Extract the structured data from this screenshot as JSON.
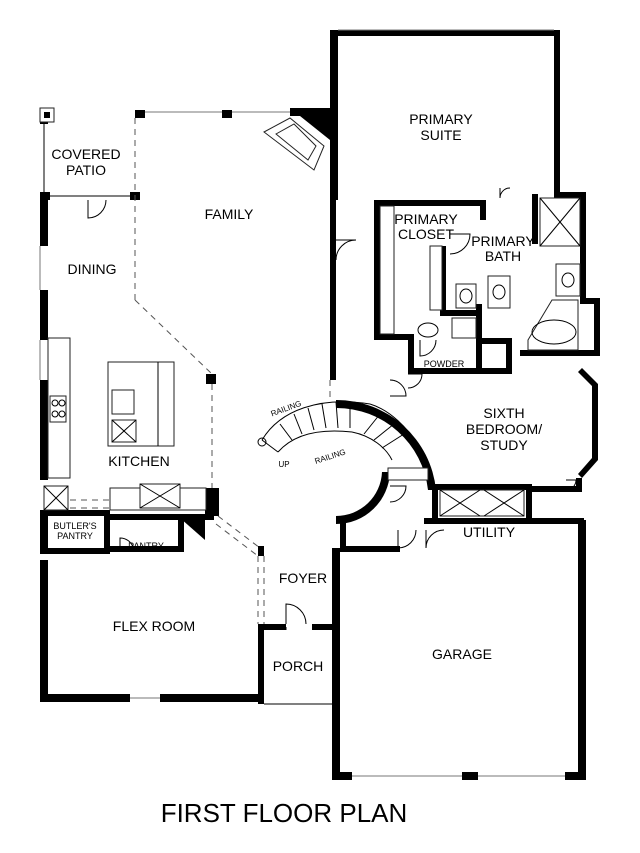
{
  "title": "FIRST FLOOR PLAN",
  "rooms": {
    "covered_patio": [
      "COVERED",
      "PATIO"
    ],
    "family": "FAMILY",
    "primary_suite": [
      "PRIMARY",
      "SUITE"
    ],
    "primary_closet": [
      "PRIMARY",
      "CLOSET"
    ],
    "primary_bath": [
      "PRIMARY",
      "BATH"
    ],
    "dining": "DINING",
    "kitchen": "KITCHEN",
    "powder": "POWDER",
    "sixth_bedroom": [
      "SIXTH",
      "BEDROOM/",
      "STUDY"
    ],
    "butlers_pantry": [
      "BUTLER'S",
      "PANTRY"
    ],
    "pantry": "PANTRY",
    "utility": "UTILITY",
    "foyer": "FOYER",
    "flex_room": "FLEX ROOM",
    "porch": "PORCH",
    "garage": "GARAGE"
  },
  "stairs": {
    "railing_upper": "RAILING",
    "railing_lower": "RAILING",
    "up": "UP"
  }
}
